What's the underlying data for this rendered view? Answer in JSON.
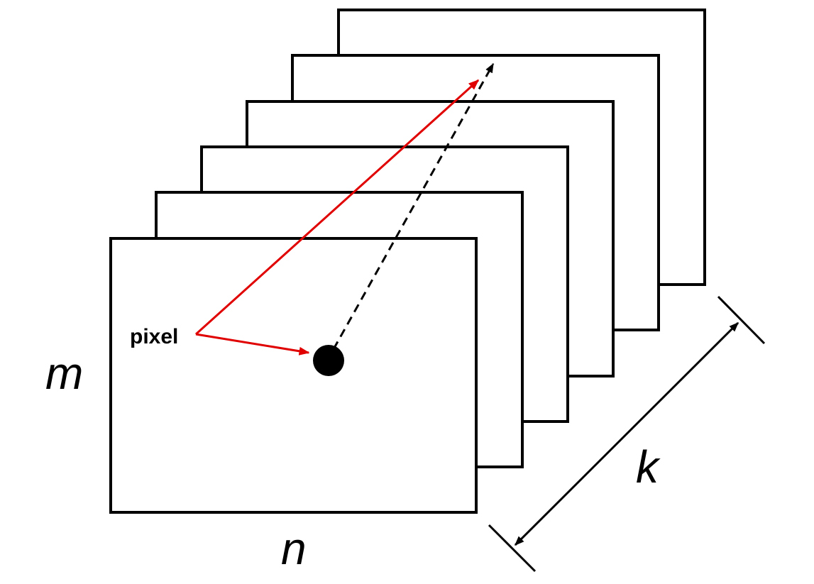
{
  "labels": {
    "rows": "m",
    "cols": "n",
    "depth": "k",
    "pixel": "pixel"
  },
  "colors": {
    "frame": "#000000",
    "background": "#ffffff",
    "red_arrow": "#e00000",
    "dashed_arrow": "#000000"
  }
}
